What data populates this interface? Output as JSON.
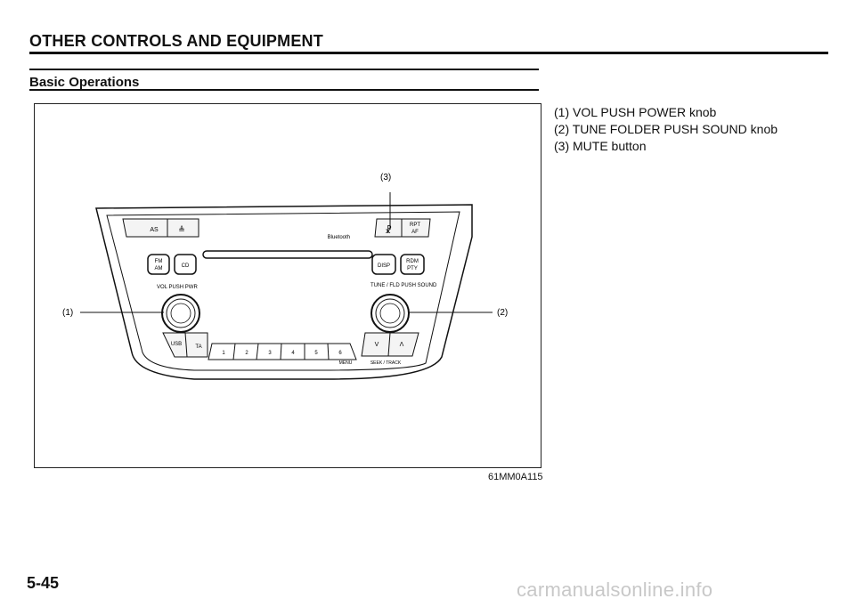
{
  "header": {
    "section_title": "OTHER CONTROLS AND EQUIPMENT"
  },
  "subsection": {
    "title": "Basic Operations"
  },
  "figure": {
    "code": "61MM0A115",
    "callouts": {
      "c1": "(1)",
      "c2": "(2)",
      "c3": "(3)"
    },
    "panel_labels": {
      "as": "AS",
      "eject": "≜",
      "bluetooth": "Bluetooth",
      "mute": "☧",
      "rpt": "RPT",
      "af": "AF",
      "fm": "FM",
      "am": "AM",
      "cd": "CD",
      "disp": "DISP",
      "rdm": "RDM",
      "pty": "PTY",
      "vol": "VOL PUSH PWR",
      "tune": "TUNE / FLD PUSH SOUND",
      "usb": "USB",
      "ta": "TA",
      "presets": [
        "1",
        "2",
        "3",
        "4",
        "5",
        "6"
      ],
      "down": "V",
      "up": "Λ",
      "menu": "MENU",
      "seek": "SEEK / TRACK"
    }
  },
  "legend": {
    "items": [
      "(1) VOL PUSH POWER knob",
      "(2) TUNE FOLDER PUSH SOUND knob",
      "(3) MUTE button"
    ]
  },
  "footer": {
    "page_number": "5-45",
    "watermark": "carmanualsonline.info"
  }
}
